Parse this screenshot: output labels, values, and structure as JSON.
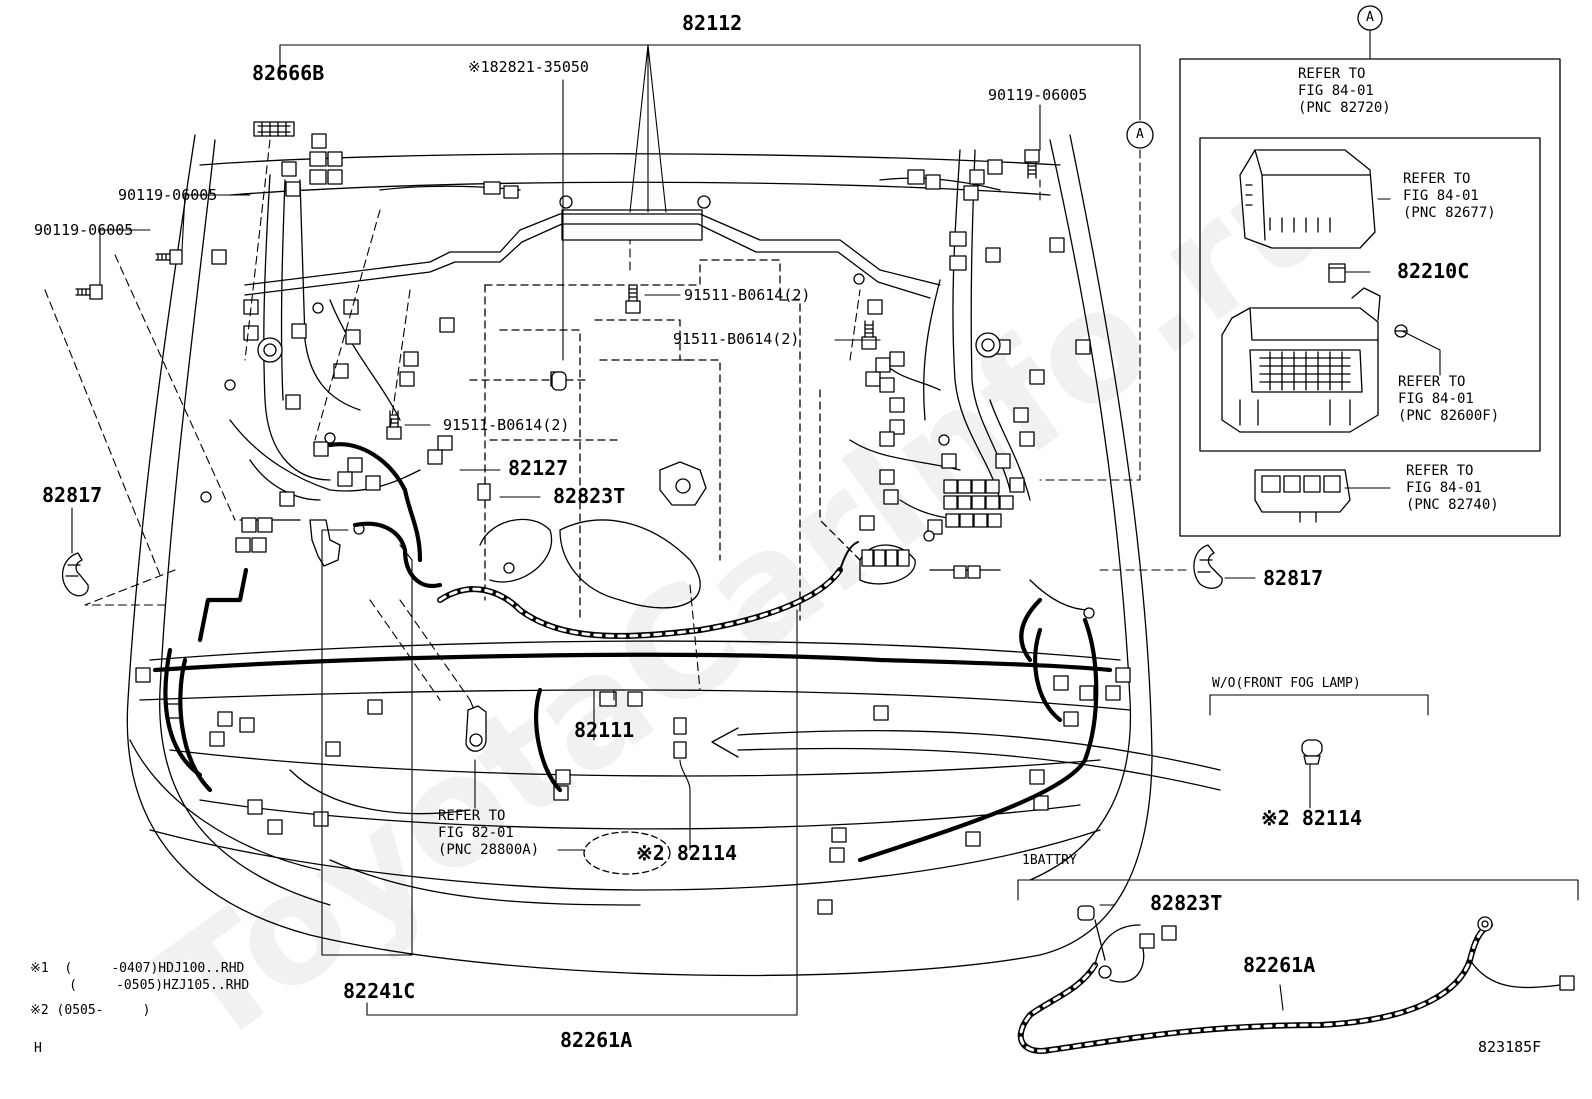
{
  "watermark": "ToyotaCarInfo.ru",
  "parts": {
    "p82112": "82112",
    "p82666B": "82666B",
    "note1_part": "※182821-35050",
    "p90119_top_right": "90119-06005",
    "p90119_left_a": "90119-06005",
    "p90119_left_b": "90119-06005",
    "bolt_a": "91511-B0614(2)",
    "bolt_b": "91511-B0614(2)",
    "bolt_c": "91511-B0614(2)",
    "p82127": "82127",
    "p82823T_main": "82823T",
    "p82817_left": "82817",
    "p82817_right": "82817",
    "p82111": "82111",
    "p82114_main": "※2 82114",
    "p82241C": "82241C",
    "p82261A_main": "82261A",
    "p82210C": "82210C",
    "p82114_fog": "※2 82114",
    "p82823T_battery": "82823T",
    "p82261A_battery": "82261A"
  },
  "callouts": {
    "circle_a": "A"
  },
  "refs": {
    "ref_top": "REFER TO\nFIG 84-01\n(PNC 82720)",
    "ref_fusebox": "REFER TO\nFIG 84-01\n(PNC 82677)",
    "ref_jb": "REFER TO\nFIG 84-01\n(PNC 82600F)",
    "ref_relay": "REFER TO\nFIG 84-01\n(PNC 82740)",
    "ref_alt": "REFER TO\nFIG 82-01\n(PNC 28800A)"
  },
  "sections": {
    "fog_lamp": "W/O(FRONT FOG LAMP)",
    "battery": "1BATTRY"
  },
  "notes": {
    "n1a": "※1  (     -0407)HDJ100..RHD",
    "n1b": "     (     -0505)HZJ105..RHD",
    "n2": "※2 (0505-     )",
    "corner": "H",
    "fig_code": "823185F"
  }
}
